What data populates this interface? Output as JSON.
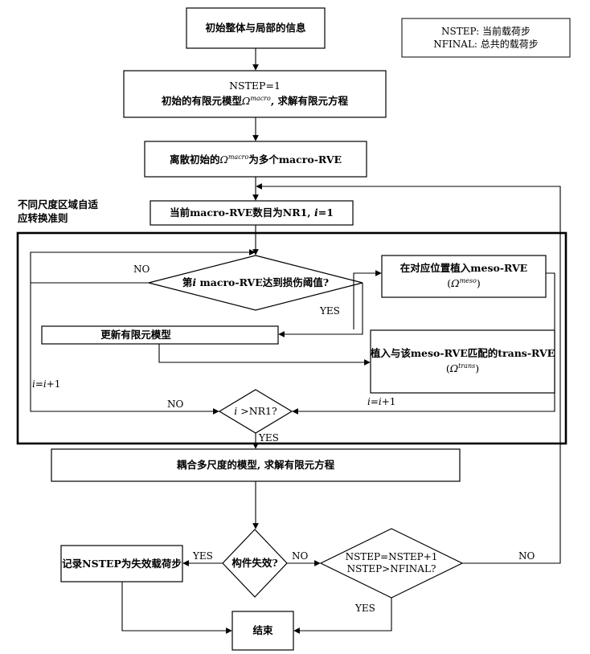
{
  "legend": {
    "nstep": "NSTEP: 当前载荷步",
    "nfinal": "NFINAL: 总共的载荷步"
  },
  "nodes": {
    "init_info": "初始整体与局部的信息",
    "nstep_init": {
      "line1": "NSTEP=1",
      "line2_pre": "初始的有限元模型",
      "omega": "Ω",
      "macro_sup": "macro",
      "line2_post": ", 求解有限元方程"
    },
    "discretize": {
      "pre": "离散初始的",
      "omega": "Ω",
      "sup": "macro",
      "post": "为多个macro-RVE"
    },
    "current": {
      "pre": "当前macro-RVE数目为NR1, ",
      "i": "i",
      "post": "=1"
    },
    "damage": {
      "pre": "第",
      "i": "i",
      "post": " macro-RVE达到损伤阈值?"
    },
    "meso": {
      "line1": "在对应位置植入meso-RVE",
      "omega": "Ω",
      "sup": "meso",
      "open": "(",
      "close": ")"
    },
    "update": "更新有限元模型",
    "trans": {
      "line1": "植入与该meso-RVE匹配的trans-RVE",
      "omega": "Ω",
      "sup": "trans",
      "open": "(",
      "close": ")"
    },
    "check": {
      "i": "i",
      "post": " >NR1?"
    },
    "couple": "耦合多尺度的模型, 求解有限元方程",
    "fail": "构件失效?",
    "next": {
      "line1": "NSTEP=NSTEP+1",
      "line2": "NSTEP>NFINAL?"
    },
    "record": "记录NSTEP为失效载荷步",
    "end": "结束"
  },
  "labels": {
    "region_line1": "不同尺度区域自适",
    "region_line2": "应转换准则",
    "no_damage": "NO",
    "yes_damage": "YES",
    "incr_left_i": "i",
    "incr_left_eq": "=",
    "incr_left_i2": "i",
    "incr_left_post": "+1",
    "no_check": "NO",
    "incr_right_i": "i",
    "incr_right_eq": "=",
    "incr_right_i2": "i",
    "incr_right_post": "+1",
    "yes_check": "YES",
    "yes_fail": "YES",
    "no_fail": "NO",
    "no_next": "NO",
    "yes_next": "YES"
  }
}
